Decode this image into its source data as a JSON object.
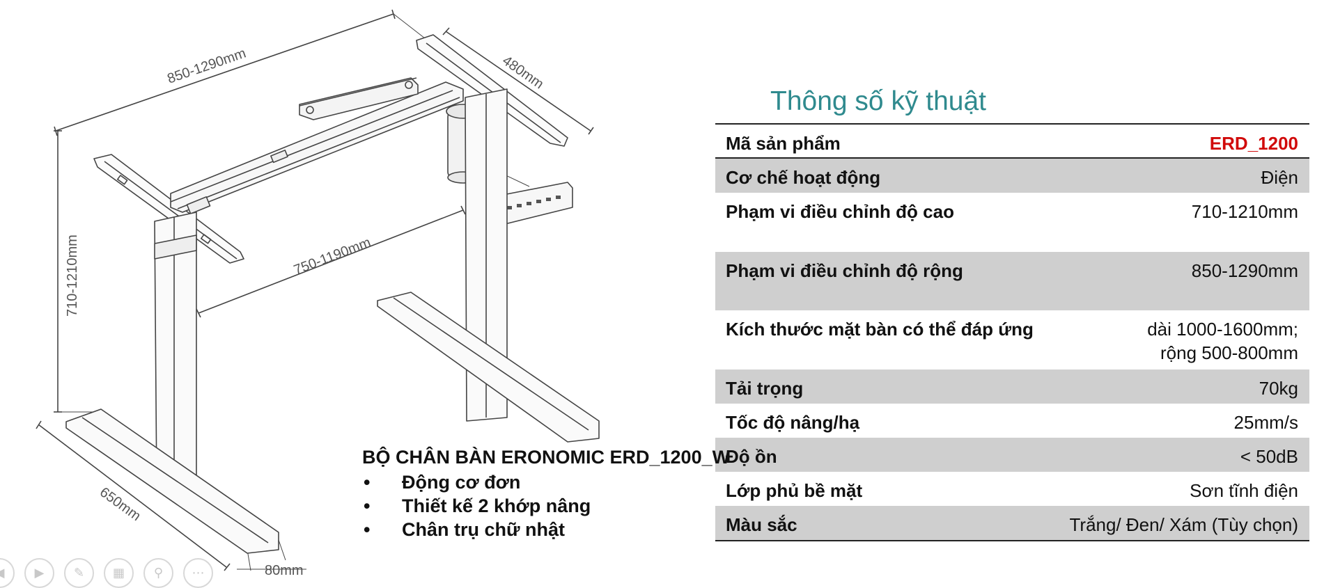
{
  "title": "Thông số kỹ thuật",
  "specs": [
    {
      "label": "Mã sản phẩm",
      "value": "ERD_1200",
      "highlight": true
    },
    {
      "label": "Cơ chế hoạt động",
      "value": "Điện"
    },
    {
      "label": "Phạm vi điều chỉnh độ cao",
      "value": "710-1210mm"
    },
    {
      "label": "Phạm vi điều chỉnh độ rộng",
      "value": "850-1290mm"
    },
    {
      "label": "Kích thước mặt bàn có thể đáp ứng",
      "value_lines": [
        "dài  1000-1600mm;",
        "rộng 500-800mm"
      ]
    },
    {
      "label": "Tải trọng",
      "value": "70kg"
    },
    {
      "label": "Tốc độ nâng/hạ",
      "value": "25mm/s"
    },
    {
      "label": "Độ ồn",
      "value": "< 50dB"
    },
    {
      "label": "Lớp phủ bề mặt",
      "value": "Sơn tĩnh điện"
    },
    {
      "label": "Màu sắc",
      "value": "Trắng/ Đen/ Xám  (Tùy chọn)"
    }
  ],
  "product": {
    "heading": "BỘ CHÂN BÀN ERONOMIC ERD_1200_W",
    "bullet_char": "•",
    "features": [
      "Động cơ đơn",
      "Thiết kế 2 khớp nâng",
      "Chân trụ chữ nhật"
    ]
  },
  "drawing": {
    "dims": {
      "width_range": "850-1290mm",
      "depth": "480mm",
      "height_range": "710-1210mm",
      "inner_width": "750-1190mm",
      "foot_length": "650mm",
      "foot_width": "80mm"
    }
  },
  "nav_icons": [
    "prev-icon",
    "next-icon",
    "pen-icon",
    "slides-icon",
    "zoom-icon",
    "more-icon"
  ],
  "colors": {
    "title": "#2f8a8e",
    "highlight": "#d10a0a",
    "row_shade": "#cfcfcf"
  }
}
